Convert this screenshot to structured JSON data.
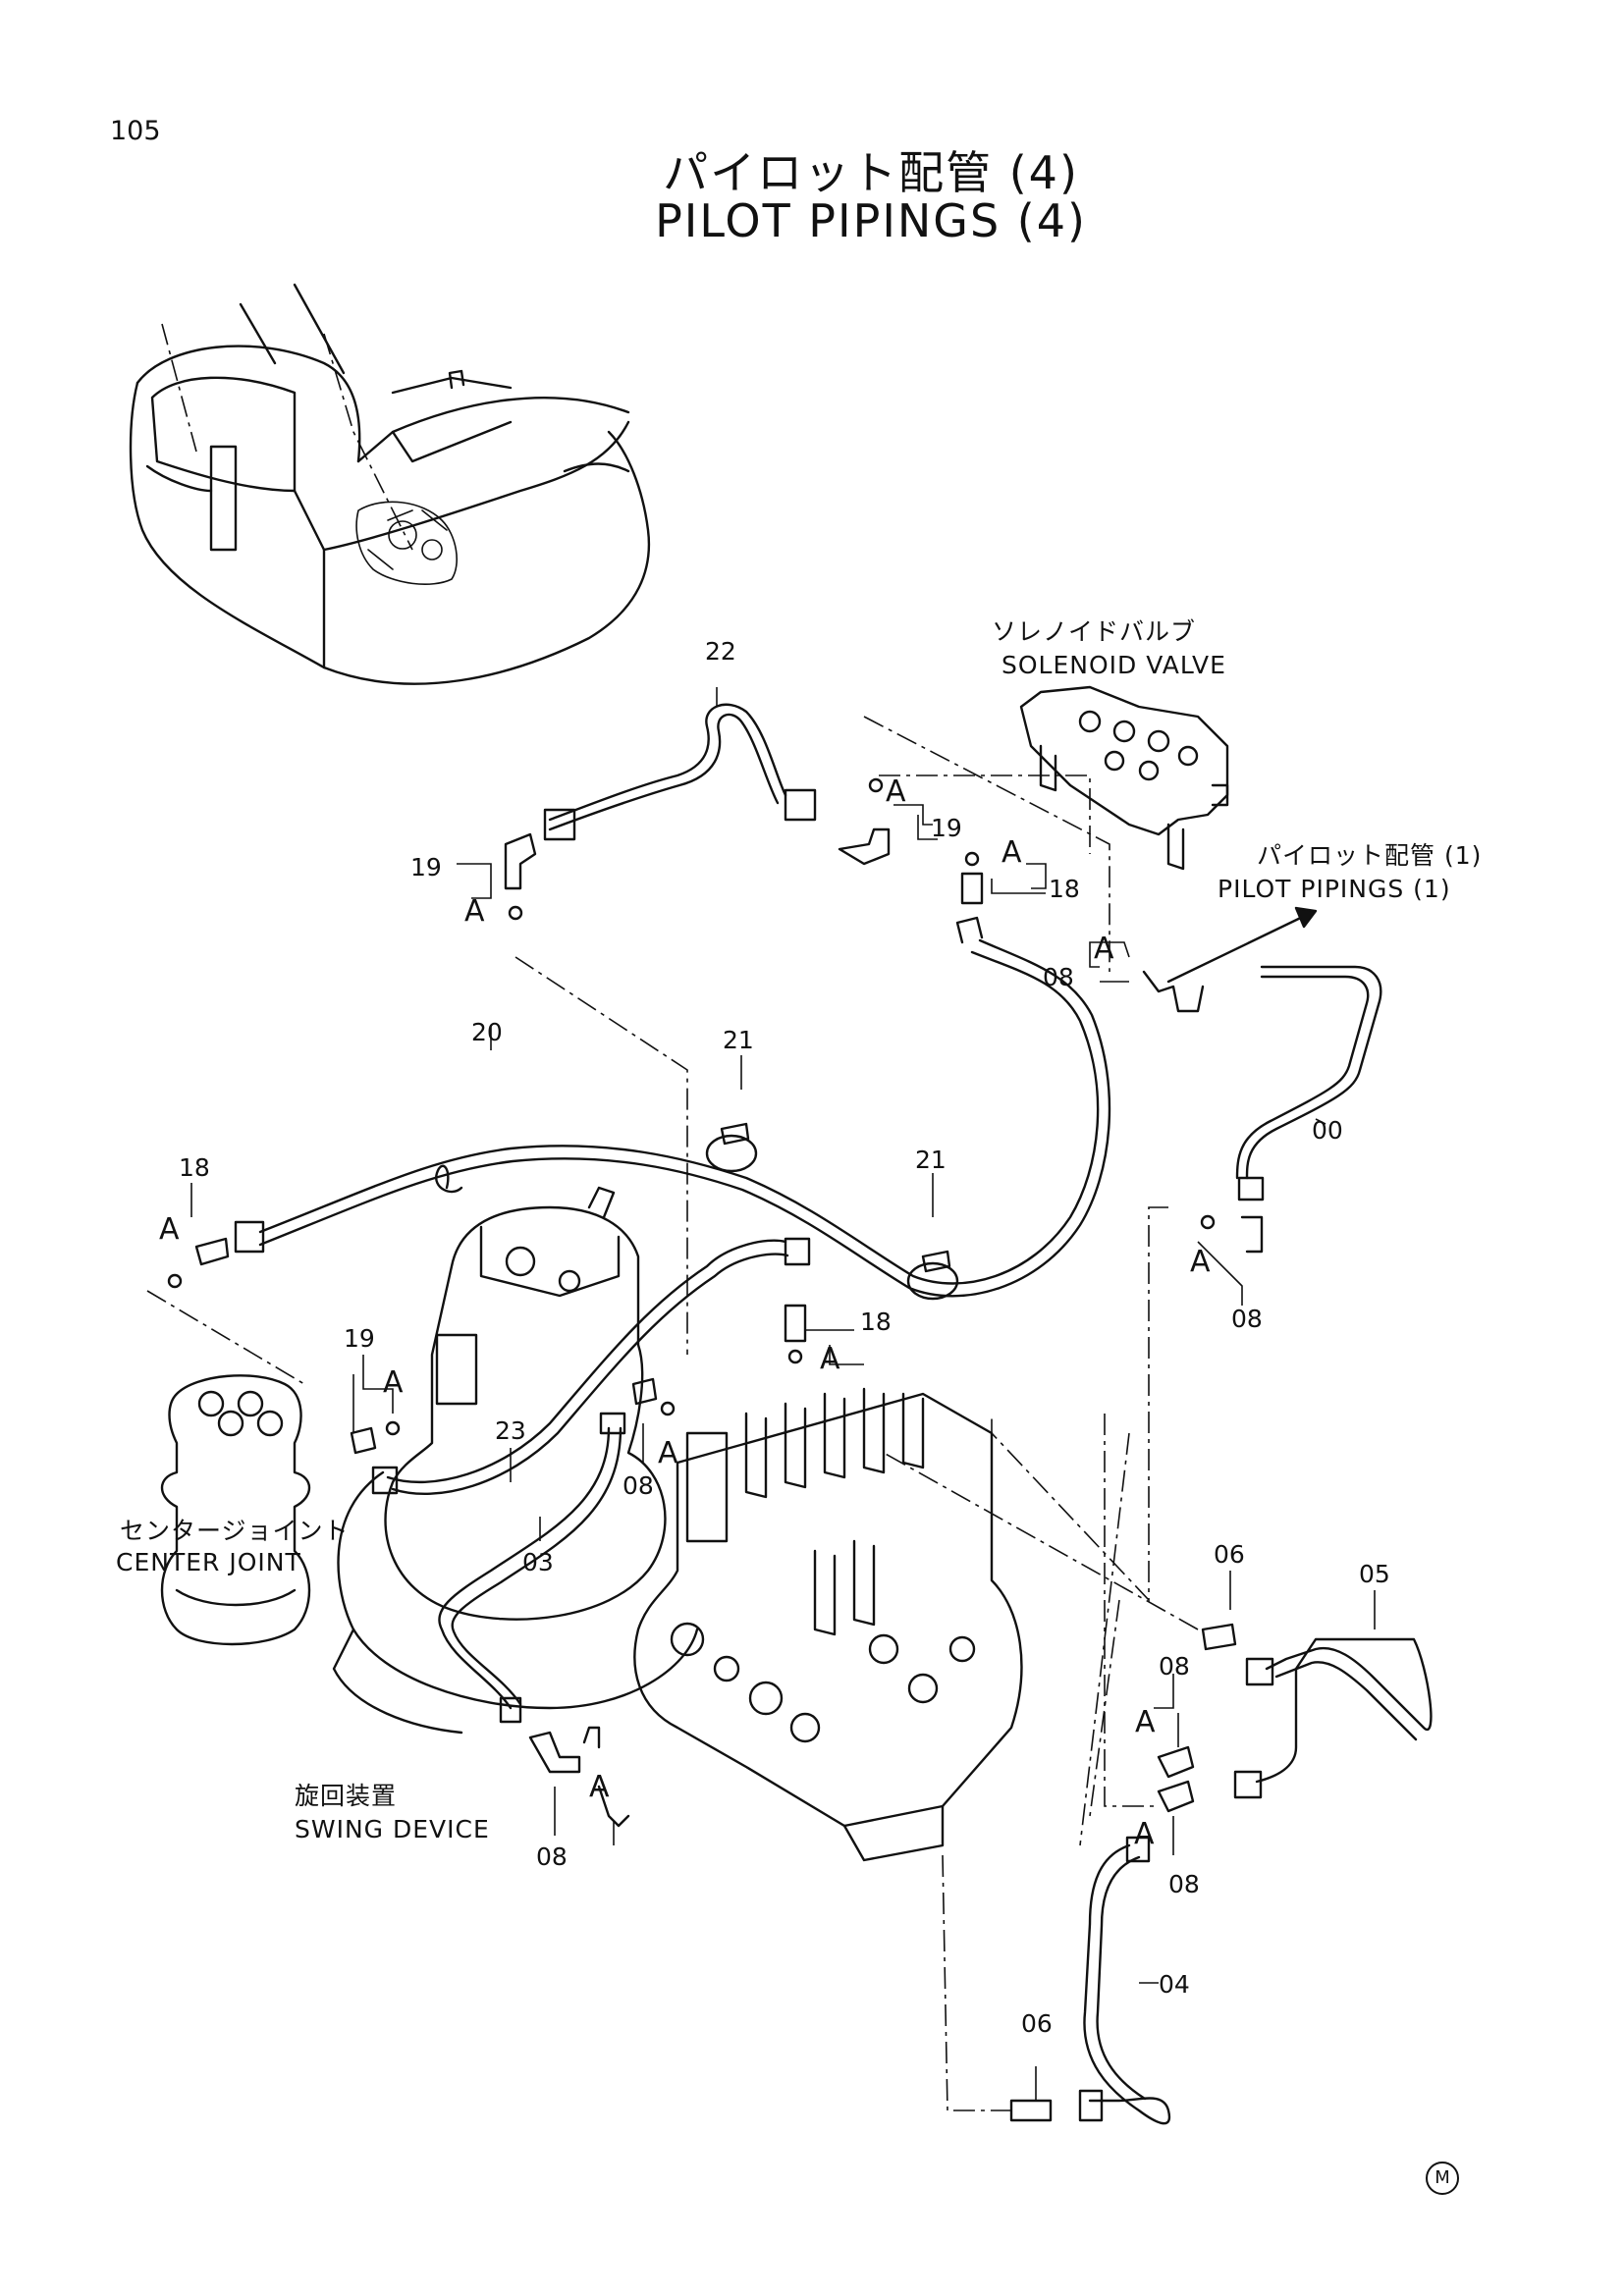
{
  "page_number": "105",
  "title_jp": "パイロット配管 (4)",
  "title_en": "PILOT PIPINGS (4)",
  "captions": {
    "solenoid_jp": "ソレノイドバルブ",
    "solenoid_en": "SOLENOID VALVE",
    "pilot1_jp": "パイロット配管 (1)",
    "pilot1_en": "PILOT PIPINGS (1)",
    "center_jp": "センタージョイント",
    "center_en": "CENTER JOINT",
    "swing_jp": "旋回装置",
    "swing_en": "SWING DEVICE"
  },
  "part_labels": {
    "p22": "22",
    "p19a": "19",
    "p19b": "19",
    "p19c": "19",
    "p18a": "18",
    "p18b": "18",
    "p18c": "18",
    "p08a": "08",
    "p08b": "08",
    "p08c": "08",
    "p08d": "08",
    "p08e": "08",
    "p08f": "08",
    "p00": "00",
    "p20": "20",
    "p21a": "21",
    "p21b": "21",
    "p23": "23",
    "p03": "03",
    "p06a": "06",
    "p06b": "06",
    "p05": "05",
    "p04": "04"
  },
  "connection_mark": "A",
  "copyright_mark": "M"
}
